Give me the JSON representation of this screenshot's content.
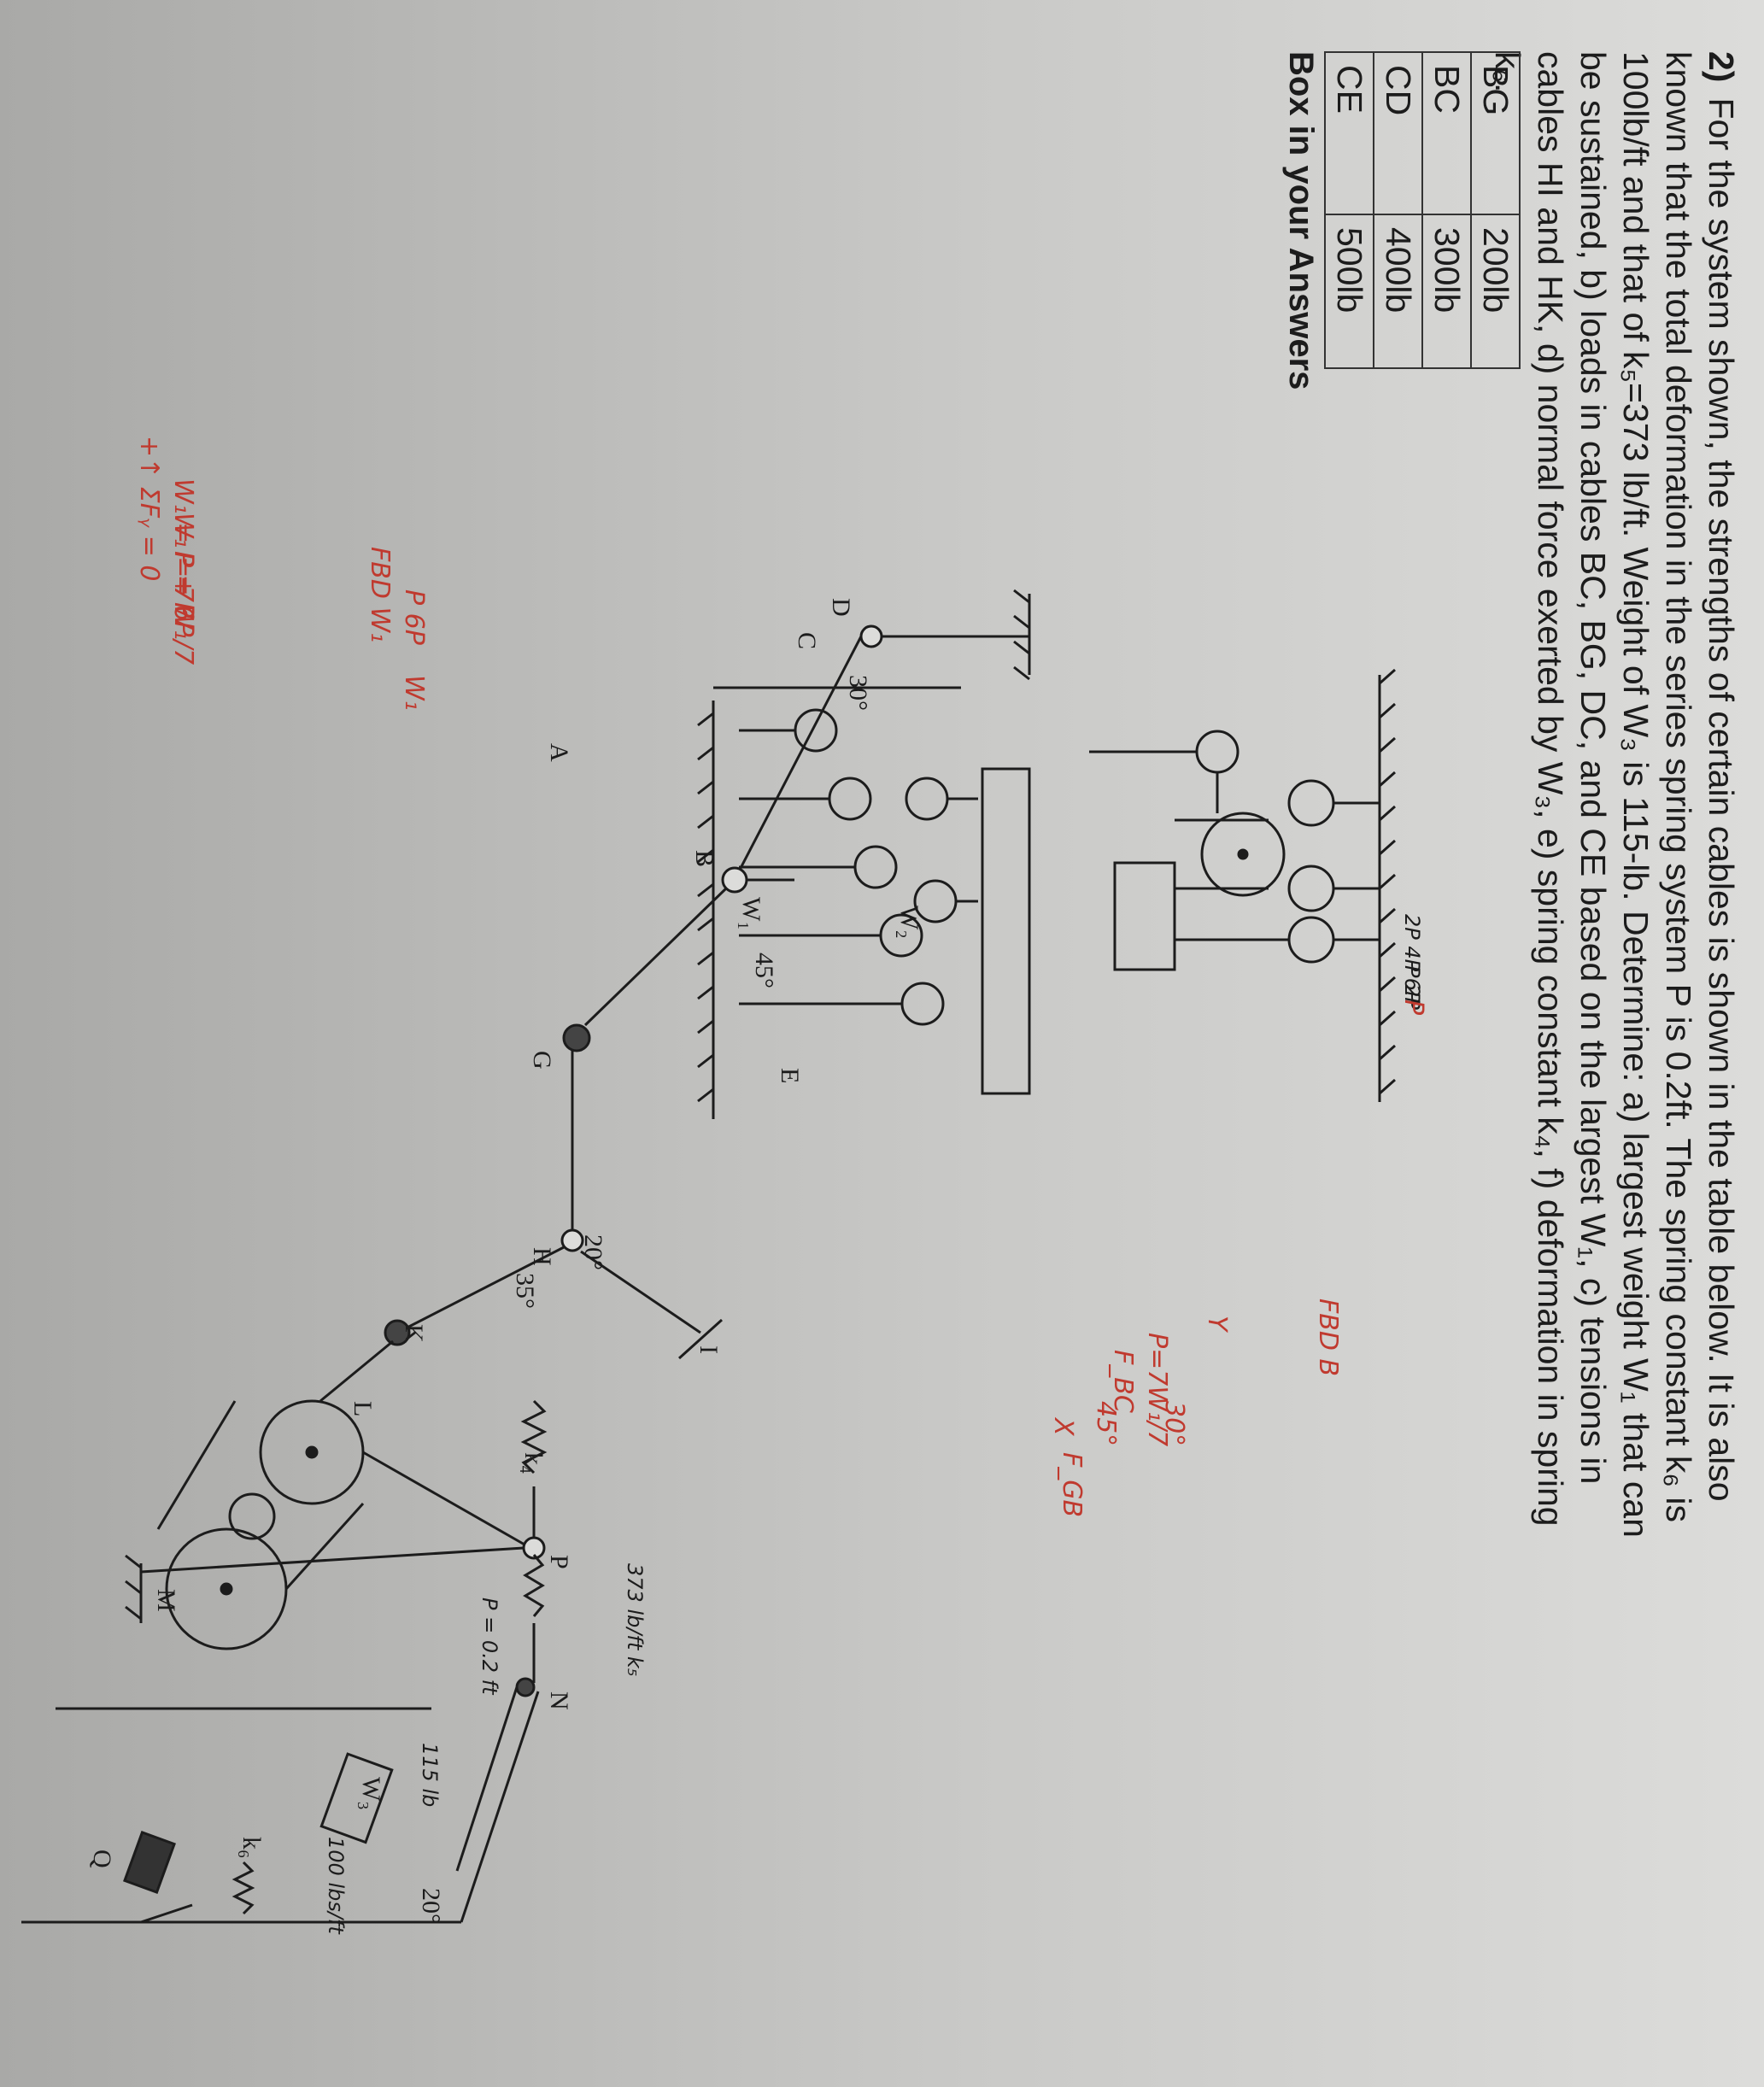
{
  "problem": {
    "number": "2)",
    "text": "For the system shown, the strengths of certain cables is shown in the table below. It is also known that the total deformation in the series spring system P is 0.2ft. The spring constant k₆ is 100lb/ft and that of k₅=373 lb/ft. Weight of W₃ is 115-lb. Determine: a) largest weight W₁ that can be sustained, b) loads in cables BC, BG, DC, and CE based on the largest W₁, c) tensions in cables HI and HK, d) normal force exerted by W₃, e) spring constant k₄, f) deformation in spring k₆."
  },
  "strength_table": [
    {
      "cable": "BG",
      "strength": "200lb"
    },
    {
      "cable": "BC",
      "strength": "300lb"
    },
    {
      "cable": "CD",
      "strength": "400lb"
    },
    {
      "cable": "CE",
      "strength": "500lb"
    }
  ],
  "box_label": "Box in your Answers",
  "figure_labels": {
    "A": "A",
    "B": "B",
    "C": "C",
    "D": "D",
    "E": "E",
    "G": "G",
    "H": "H",
    "I": "I",
    "K": "K",
    "L": "L",
    "M": "M",
    "N": "N",
    "P": "P",
    "Q": "Q",
    "W1": "W₁",
    "W2": "W₂",
    "W3": "W₃",
    "k4": "k₄",
    "k6": "k₆",
    "angle_30": "30°",
    "angle_45": "45°",
    "angle_20": "20°",
    "angle_35": "35°",
    "angle_incline": "20°"
  },
  "handwritten": {
    "fbd_w1": "FBD W₁",
    "fbd_w1_forces": "P  6P",
    "fbd_w1_weight": "W₁",
    "sum_fy": "+↑ ΣFᵧ = 0",
    "eq1": "W₁ = P + 6P",
    "eq2": "W₁ = 7P",
    "eq3": "P = W₁/7",
    "pulley_marks": "2P  4P  6P",
    "pulley_marks2": "P  2P",
    "p_label": "P",
    "fbd_b": "FBD B",
    "fbd_b_y": "Y",
    "fbd_b_p": "P=7W₁/7",
    "fbd_b_x": "X",
    "fbd_b_30": "30°",
    "fbd_b_45": "45°",
    "f_bc": "F_BC",
    "f_gb": "F_GB",
    "spring_k5": "373 lb/ft k₅",
    "deform": "P = 0.2 ft",
    "w3_weight": "115 lb",
    "k6_value": "100 lbs/ft"
  }
}
